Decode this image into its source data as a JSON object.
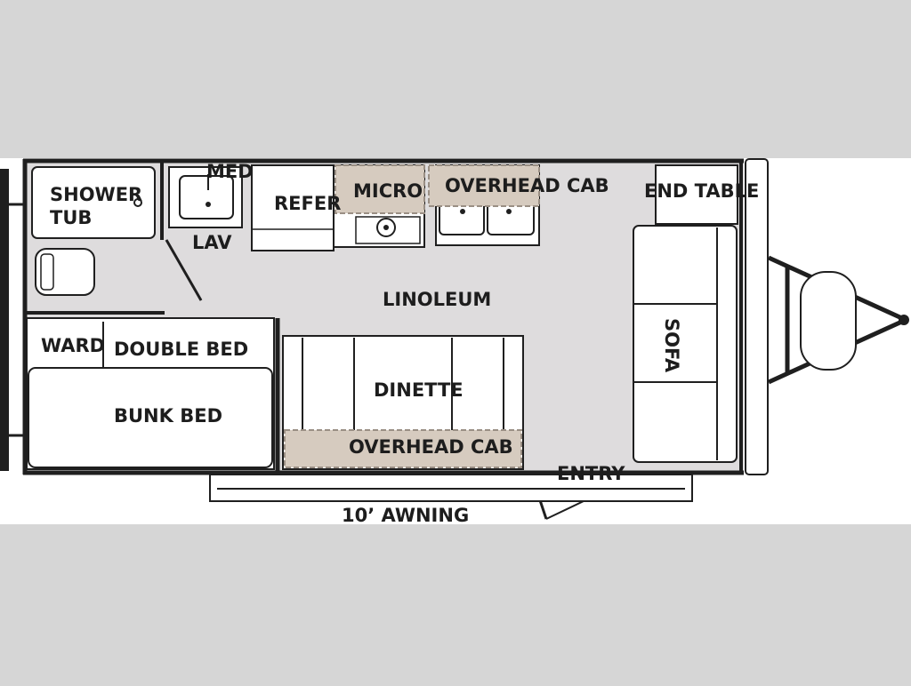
{
  "floorplan": {
    "labels": {
      "shower_tub_line1": "SHOWER",
      "shower_tub_line2": "TUB",
      "med": "MED",
      "lav": "LAV",
      "refer": "REFER",
      "micro": "MICRO",
      "overhead_cab_top": "OVERHEAD CAB",
      "end_table": "END TABLE",
      "linoleum": "LINOLEUM",
      "sofa": "SOFA",
      "ward": "WARD",
      "double_bed": "DOUBLE BED",
      "bunk_bed": "BUNK BED",
      "dinette": "DINETTE",
      "overhead_cab_bottom": "OVERHEAD CAB",
      "entry": "ENTRY",
      "awning": "10’ AWNING"
    },
    "colors": {
      "background": "#d6d6d6",
      "canvas": "#ffffff",
      "floor": "#dedcdd",
      "cabinet": "#d6cbbf",
      "wall": "#1f1f1f"
    }
  }
}
